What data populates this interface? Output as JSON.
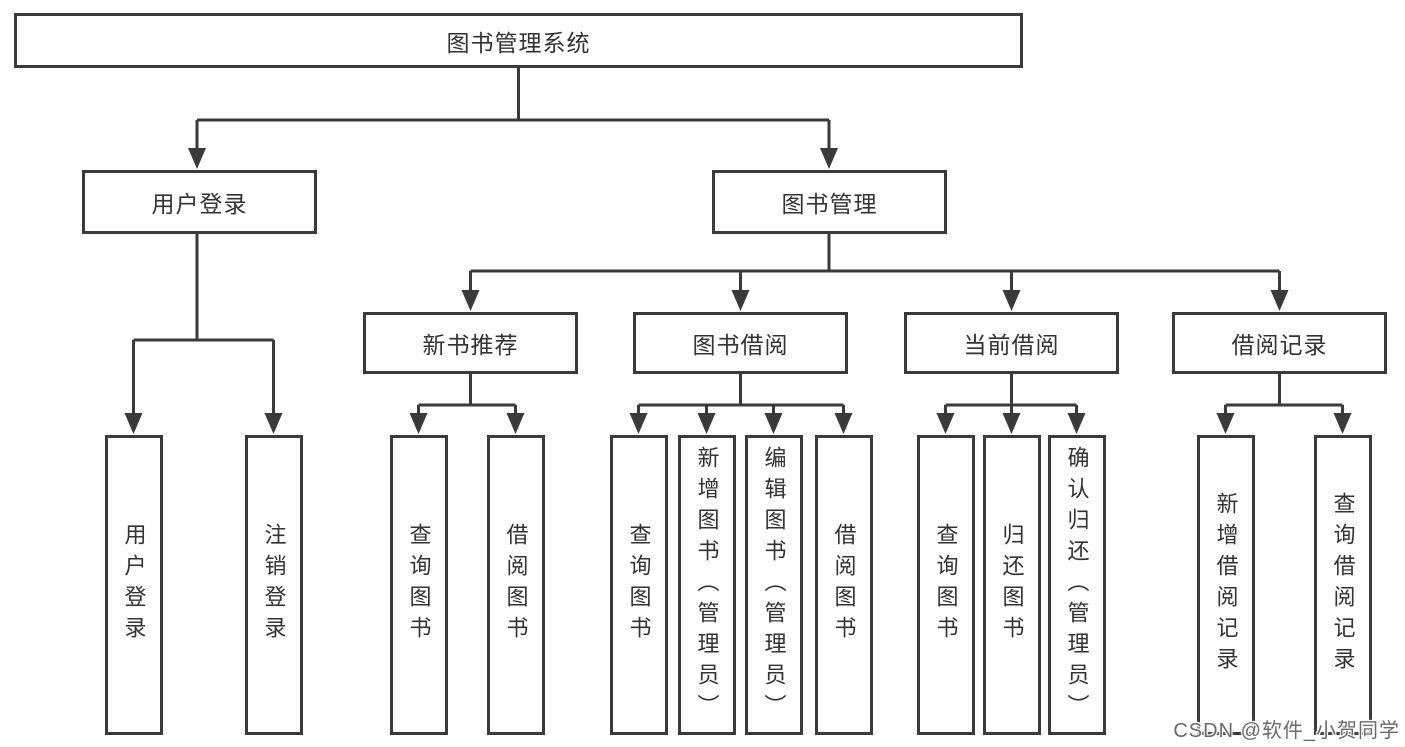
{
  "diagram": {
    "title": "图书管理系统",
    "level2": {
      "login": "用户登录",
      "management": "图书管理"
    },
    "level3": {
      "recommend": "新书推荐",
      "borrow": "图书借阅",
      "current": "当前借阅",
      "records": "借阅记录"
    },
    "leaves": {
      "login": [
        "用户登录",
        "注销登录"
      ],
      "recommend": [
        "查询图书",
        "借阅图书"
      ],
      "borrow": [
        "查询图书",
        "新增图书（管理员）",
        "编辑图书（管理员）",
        "借阅图书"
      ],
      "current": [
        "查询图书",
        "归还图书",
        "确认归还（管理员）"
      ],
      "records": [
        "新增借阅记录",
        "查询借阅记录"
      ]
    }
  },
  "watermark": {
    "text": "CSDN @软件_小贺同学",
    "color": "#6a6a6a"
  },
  "colors": {
    "line": "#3a3a3a",
    "box_border": "#3a3a3a",
    "text": "#333333",
    "background": "#ffffff"
  }
}
